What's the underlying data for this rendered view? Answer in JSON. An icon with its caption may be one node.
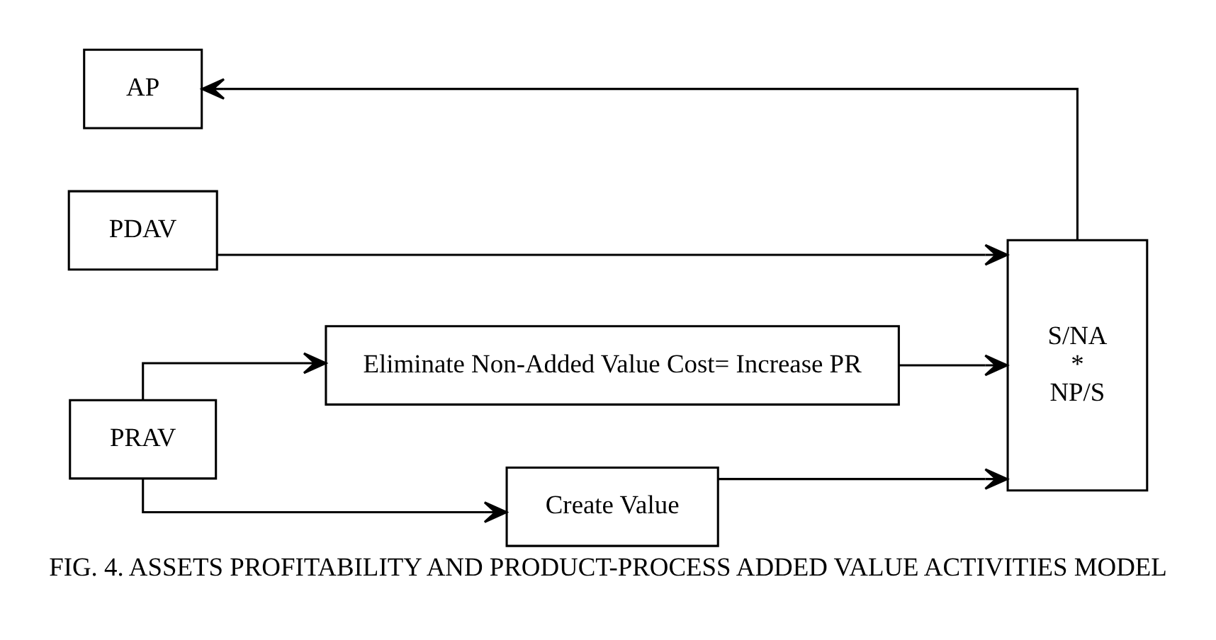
{
  "diagram": {
    "caption": "FIG. 4. ASSETS PROFITABILITY AND PRODUCT-PROCESS ADDED VALUE ACTIVITIES MODEL",
    "nodes": [
      {
        "text": [
          "AP"
        ]
      },
      {
        "text": [
          "PDAV"
        ]
      },
      {
        "text": [
          "S/NA",
          "*",
          "NP/S"
        ]
      },
      {
        "text": [
          "PRAV"
        ]
      },
      {
        "text": [
          "Eliminate Non-Added Value Cost= Increase PR"
        ]
      },
      {
        "text": [
          "Create Value"
        ]
      }
    ],
    "edges": [
      {
        "from": 2,
        "to": 0,
        "arrow": "to"
      },
      {
        "from": 1,
        "to": 2,
        "arrow": "to"
      },
      {
        "from": 3,
        "to": 4,
        "arrow": "to"
      },
      {
        "from": 3,
        "to": 5,
        "arrow": "to"
      },
      {
        "from": 4,
        "to": 2,
        "arrow": "to"
      },
      {
        "from": 5,
        "to": 2,
        "arrow": "to"
      }
    ]
  }
}
